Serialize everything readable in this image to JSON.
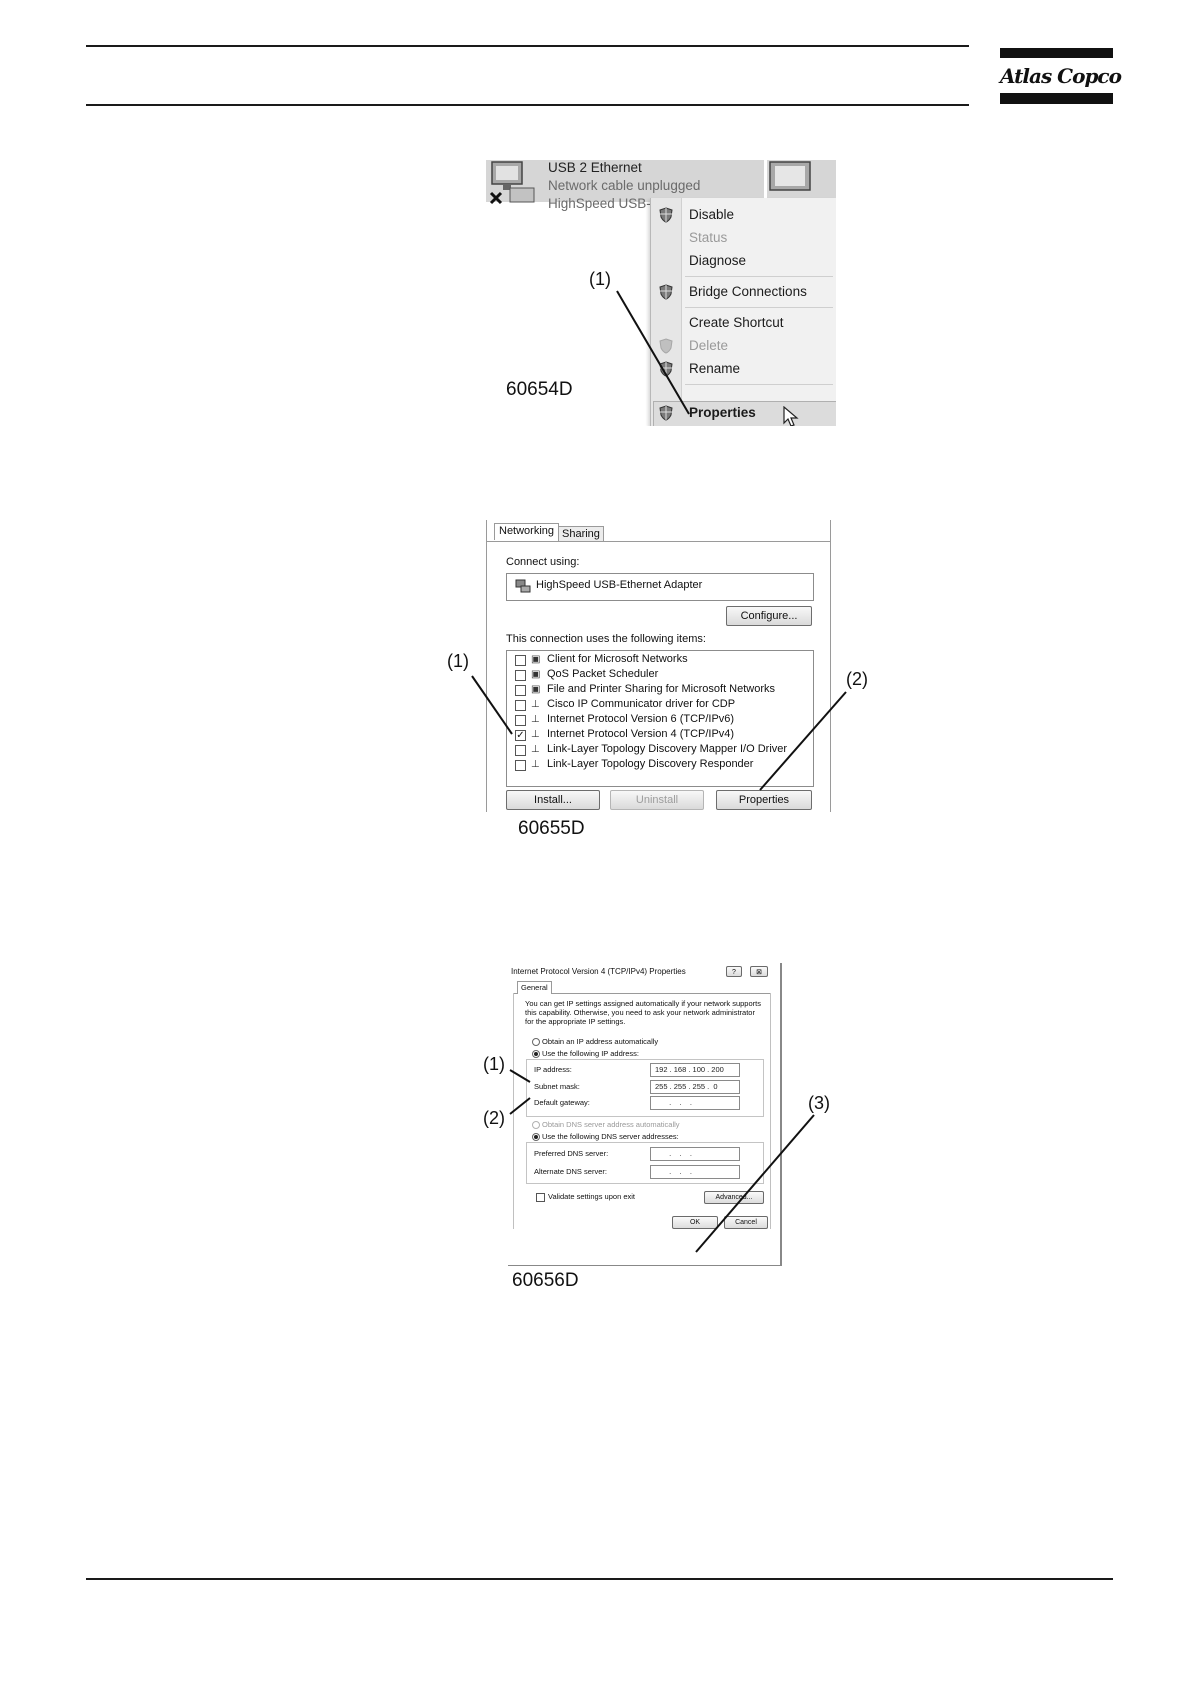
{
  "header": {
    "logo_text": "Atlas Copco"
  },
  "figure1": {
    "ref": "60654D",
    "adapter": {
      "name": "USB 2 Ethernet",
      "status": "Network cable unplugged",
      "device": "HighSpeed USB-E"
    },
    "menu_items": [
      {
        "label": "Disable",
        "state": "enabled",
        "icon": "shield-icon"
      },
      {
        "label": "Status",
        "state": "disabled",
        "icon": ""
      },
      {
        "label": "Diagnose",
        "state": "enabled",
        "icon": ""
      },
      {
        "label": "Bridge Connections",
        "state": "enabled",
        "icon": "shield-icon"
      },
      {
        "label": "Create Shortcut",
        "state": "enabled",
        "icon": ""
      },
      {
        "label": "Delete",
        "state": "disabled",
        "icon": "shield-icon"
      },
      {
        "label": "Rename",
        "state": "enabled",
        "icon": "shield-icon"
      },
      {
        "label": "Properties",
        "state": "highlighted",
        "icon": "shield-icon"
      }
    ],
    "callout_1": "(1)"
  },
  "figure2": {
    "ref": "60655D",
    "tabs": [
      "Networking",
      "Sharing"
    ],
    "connect_using_label": "Connect using:",
    "adapter_name": "HighSpeed USB-Ethernet Adapter",
    "configure_button": "Configure...",
    "items_label": "This connection uses the following items:",
    "items": [
      {
        "label": "Client for Microsoft Networks",
        "checked": false
      },
      {
        "label": "QoS Packet Scheduler",
        "checked": false
      },
      {
        "label": "File and Printer Sharing for Microsoft Networks",
        "checked": false
      },
      {
        "label": "Cisco IP Communicator driver for CDP",
        "checked": false
      },
      {
        "label": "Internet Protocol Version 6 (TCP/IPv6)",
        "checked": false
      },
      {
        "label": "Internet Protocol Version 4 (TCP/IPv4)",
        "checked": true
      },
      {
        "label": "Link-Layer Topology Discovery Mapper I/O Driver",
        "checked": false
      },
      {
        "label": "Link-Layer Topology Discovery Responder",
        "checked": false
      }
    ],
    "install_button": "Install...",
    "uninstall_button": "Uninstall",
    "properties_button": "Properties",
    "callout_1": "(1)",
    "callout_2": "(2)"
  },
  "figure3": {
    "ref": "60656D",
    "title": "Internet Protocol Version 4 (TCP/IPv4) Properties",
    "help_glyph": "?",
    "close_glyph": "⊠",
    "tab": "General",
    "intro_line1": "You can get IP settings assigned automatically if your network supports",
    "intro_line2": "this capability. Otherwise, you need to ask your network administrator",
    "intro_line3": "for the appropriate IP settings.",
    "radio_auto_ip": "Obtain an IP address automatically",
    "radio_manual_ip": "Use the following IP address:",
    "ip_label": "IP address:",
    "ip_value": "192 . 168 . 100 . 200",
    "mask_label": "Subnet mask:",
    "mask_value": "255 . 255 . 255 .  0",
    "gateway_label": "Default gateway:",
    "gateway_value": " .    .    .",
    "radio_auto_dns": "Obtain DNS server address automatically",
    "radio_manual_dns": "Use the following DNS server addresses:",
    "preferred_dns_label": "Preferred DNS server:",
    "preferred_dns_value": " .    .    .",
    "alternate_dns_label": "Alternate DNS server:",
    "alternate_dns_value": " .    .    .",
    "validate_label": "Validate settings upon exit",
    "advanced_button": "Advanced...",
    "ok_button": "OK",
    "cancel_button": "Cancel",
    "callout_1": "(1)",
    "callout_2": "(2)",
    "callout_3": "(3)"
  }
}
